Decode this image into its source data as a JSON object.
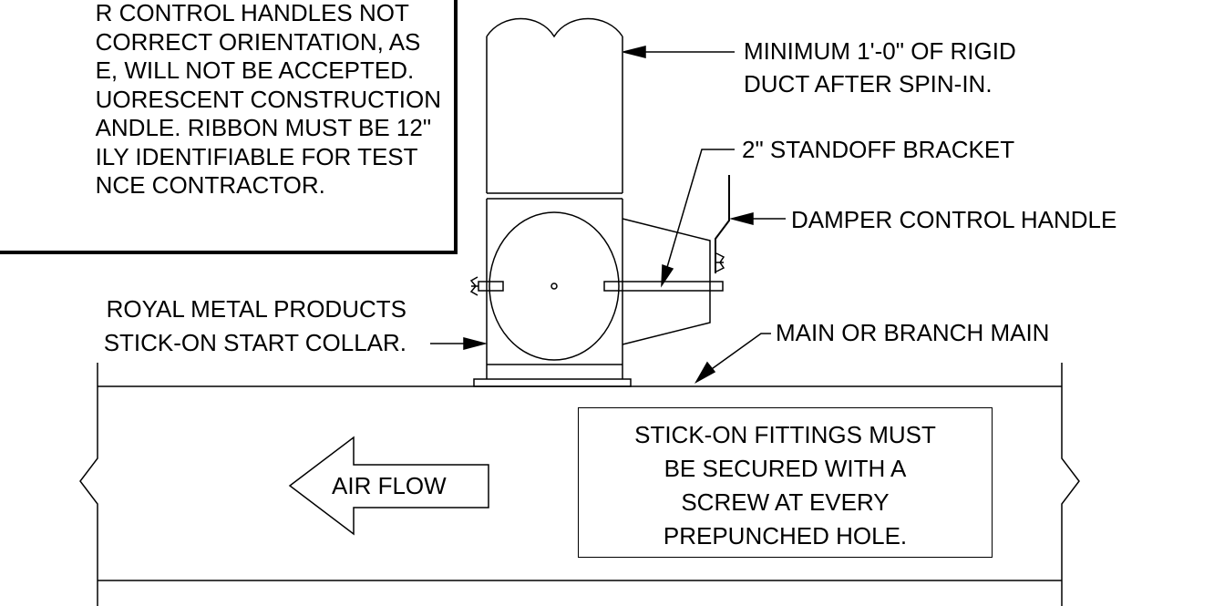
{
  "note": {
    "lines": [
      "R CONTROL HANDLES NOT",
      "CORRECT ORIENTATION, AS",
      "E, WILL NOT BE ACCEPTED.",
      "UORESCENT CONSTRUCTION",
      "ANDLE. RIBBON MUST BE 12\"",
      "ILY IDENTIFIABLE FOR TEST",
      "NCE CONTRACTOR."
    ]
  },
  "labels": {
    "rigid_duct_line1": "MINIMUM 1'-0\" OF RIGID",
    "rigid_duct_line2": "DUCT AFTER SPIN-IN.",
    "standoff_bracket": "2\" STANDOFF BRACKET",
    "damper_handle": "DAMPER CONTROL HANDLE",
    "collar_line1": "ROYAL METAL PRODUCTS",
    "collar_line2": "STICK-ON START COLLAR.",
    "main_branch": "MAIN OR BRANCH MAIN",
    "air_flow": "AIR FLOW",
    "stick_on_note": [
      "STICK-ON FITTINGS MUST",
      "BE SECURED WITH A",
      "SCREW AT EVERY",
      "PREPUNCHED HOLE."
    ]
  },
  "colors": {
    "line": "#000000",
    "background": "#ffffff"
  }
}
